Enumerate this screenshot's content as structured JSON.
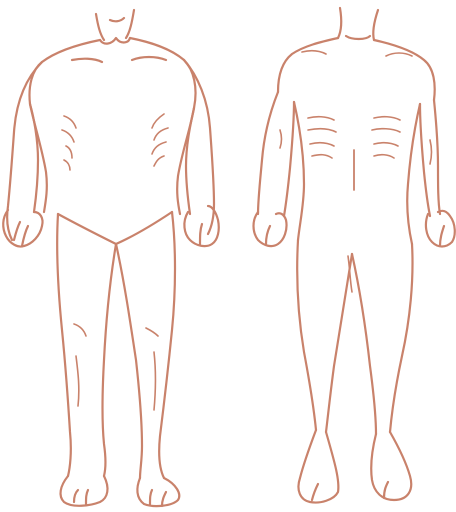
{
  "colors": {
    "background": "#ffffff",
    "line": "#c9826b"
  },
  "figures": [
    {
      "id": "front",
      "view": "front"
    },
    {
      "id": "back",
      "view": "back"
    }
  ]
}
